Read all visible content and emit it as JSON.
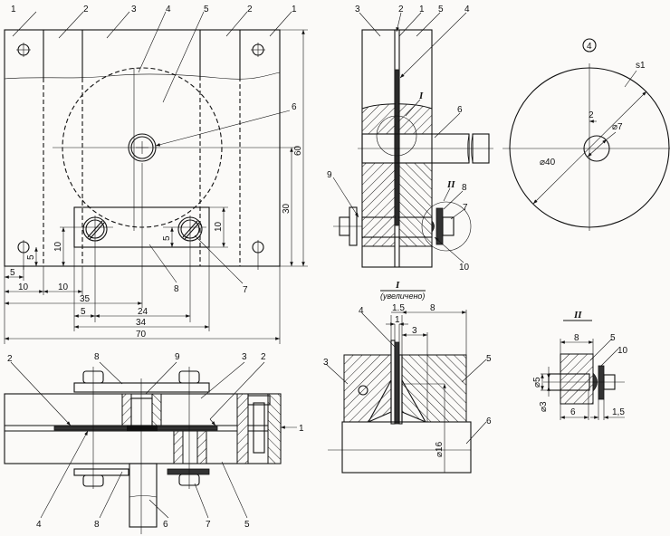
{
  "front_view": {
    "callouts": [
      "1",
      "2",
      "3",
      "4",
      "5",
      "2",
      "1",
      "6",
      "7",
      "8"
    ],
    "dims": [
      "60",
      "30",
      "10",
      "5",
      "10",
      "5",
      "5",
      "10",
      "10",
      "35",
      "5",
      "24",
      "34",
      "70"
    ]
  },
  "side_view": {
    "callouts": [
      "3",
      "2",
      "1",
      "5",
      "4",
      "6",
      "9",
      "8",
      "7",
      "10"
    ],
    "detail_marks": [
      "I",
      "II"
    ]
  },
  "disk_view": {
    "part_number": "4",
    "thickness": "s1",
    "dims": [
      "2",
      "⌀7",
      "⌀40"
    ]
  },
  "bottom_view": {
    "callouts": [
      "2",
      "8",
      "9",
      "3",
      "2",
      "1",
      "4",
      "8",
      "6",
      "7",
      "5"
    ]
  },
  "detail_1": {
    "title": "I",
    "subtitle": "(увеличено)",
    "callouts": [
      "4",
      "3",
      "5",
      "6"
    ],
    "dims": [
      "1.5",
      "1",
      "3",
      "8",
      "⌀16"
    ]
  },
  "detail_2": {
    "title": "II",
    "callouts": [
      "5",
      "10"
    ],
    "dims": [
      "8",
      "⌀5",
      "⌀3",
      "6",
      "1,5"
    ]
  }
}
